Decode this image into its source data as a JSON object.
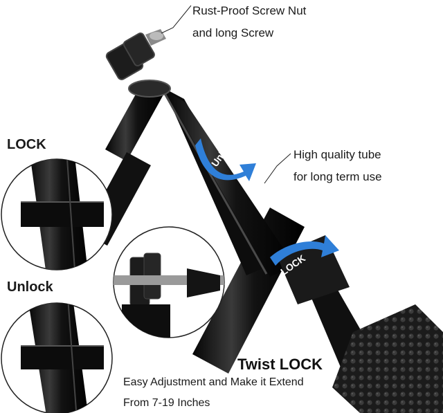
{
  "labels": {
    "screw_line1": "Rust-Proof Screw Nut",
    "screw_line2": "and long Screw",
    "tube_line1": "High quality tube",
    "tube_line2": "for long term use",
    "lock_heading": "LOCK",
    "unlock_heading": "Unlock",
    "twist_lock_title": "Twist LOCK",
    "desc_line1": "Easy Adjustment and Make it Extend",
    "desc_line2": "From 7-19 Inches"
  },
  "arrows": {
    "unlock_text": "Unlock",
    "lock_text": "LOCK"
  },
  "colors": {
    "arrow_blue": "#2f7fd8",
    "pole_black": "#151515",
    "text": "#1a1a1a"
  },
  "icons": [
    "twist-unlock-arrow-icon",
    "twist-lock-arrow-icon"
  ]
}
